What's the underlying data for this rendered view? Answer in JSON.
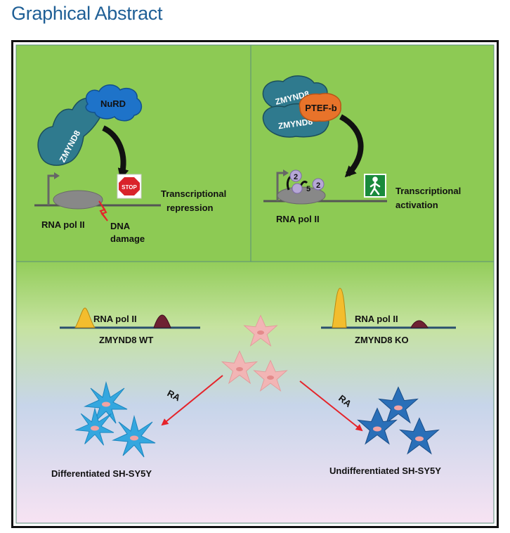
{
  "heading": "Graphical Abstract",
  "left_panel": {
    "zmynd8": "ZMYND8",
    "nurd": "NuRD",
    "stop_sign": "STOP",
    "rna_pol": "RNA pol II",
    "outcome_line1": "Transcriptional",
    "outcome_line2": "repression",
    "damage_line1": "DNA",
    "damage_line2": "damage"
  },
  "right_panel": {
    "zmynd8_top": "ZMYND8",
    "zmynd8_bottom": "ZMYND8",
    "ptefb": "PTEF-b",
    "phospho_2a": "2",
    "phospho_5": "5",
    "phospho_2b": "2",
    "rna_pol": "RNA pol II",
    "outcome_line1": "Transcriptional",
    "outcome_line2": "activation"
  },
  "bottom_panel": {
    "wt_rna_pol": "RNA pol II",
    "wt_label": "ZMYND8 WT",
    "ko_rna_pol": "RNA pol II",
    "ko_label": "ZMYND8 KO",
    "ra_left": "RA",
    "ra_right": "RA",
    "diff_label": "Differentiated SH-SY5Y",
    "undiff_label": "Undifferentiated SH-SY5Y"
  },
  "colors": {
    "panel_green": "#8dca54",
    "zmynd8_teal": "#2f7a8e",
    "nurd_blue": "#1e73c9",
    "ptefb_orange": "#e8732a",
    "peak_yellow": "#f3bd2e",
    "peak_maroon": "#6e2133",
    "neuron_pink": "#f2b5b5",
    "neuron_light_blue": "#34a7df",
    "neuron_dark_blue": "#2a6fb8",
    "arrow_red": "#e5232a"
  }
}
